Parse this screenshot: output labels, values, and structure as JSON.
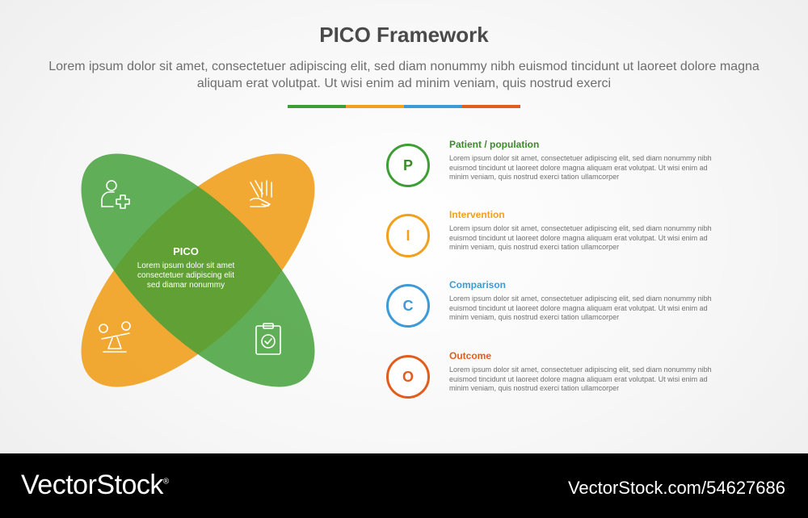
{
  "header": {
    "title": "PICO Framework",
    "subtitle": "Lorem ipsum dolor sit amet, consectetuer adipiscing elit, sed diam nonummy nibh euismod tincidunt ut laoreet dolore magna aliquam erat volutpat. Ut wisi enim ad minim veniam, quis nostrud exerci"
  },
  "colors": {
    "green": "#3f9d35",
    "orange": "#f0a01d",
    "blue": "#3d9ad6",
    "red": "#e25d1d",
    "dark_green": "#3d8a2a"
  },
  "diagram": {
    "center_title": "PICO",
    "center_text": "Lorem ipsum dolor sit amet consectetuer adipiscing elit sed diamar nonummy",
    "icons": [
      "patient-add-icon",
      "hand-intervention-icon",
      "balance-scale-icon",
      "clipboard-check-icon"
    ]
  },
  "items": [
    {
      "letter": "P",
      "title": "Patient / population",
      "text": "Lorem ipsum dolor sit amet, consectetuer adipiscing elit, sed diam nonummy nibh euismod tincidunt ut laoreet dolore magna aliquam erat volutpat. Ut wisi enim ad minim veniam, quis nostrud exerci tation ullamcorper",
      "color": "#3f9d35"
    },
    {
      "letter": "I",
      "title": "Intervention",
      "text": "Lorem ipsum dolor sit amet, consectetuer adipiscing elit, sed diam nonummy nibh euismod tincidunt ut laoreet dolore magna aliquam erat volutpat. Ut wisi enim ad minim veniam, quis nostrud exerci tation ullamcorper",
      "color": "#f0a01d"
    },
    {
      "letter": "C",
      "title": "Comparison",
      "text": "Lorem ipsum dolor sit amet, consectetuer adipiscing elit, sed diam nonummy nibh euismod tincidunt ut laoreet dolore magna aliquam erat volutpat. Ut wisi enim ad minim veniam, quis nostrud exerci tation ullamcorper",
      "color": "#3d9ad6"
    },
    {
      "letter": "O",
      "title": "Outcome",
      "text": "Lorem ipsum dolor sit amet, consectetuer adipiscing elit, sed diam nonummy nibh euismod tincidunt ut laoreet dolore magna aliquam erat volutpat. Ut wisi enim ad minim veniam, quis nostrud exerci tation ullamcorper",
      "color": "#e25d1d"
    }
  ],
  "footer": {
    "brand": "VectorStock",
    "trademark": "®",
    "image_id": "VectorStock.com/54627686"
  }
}
